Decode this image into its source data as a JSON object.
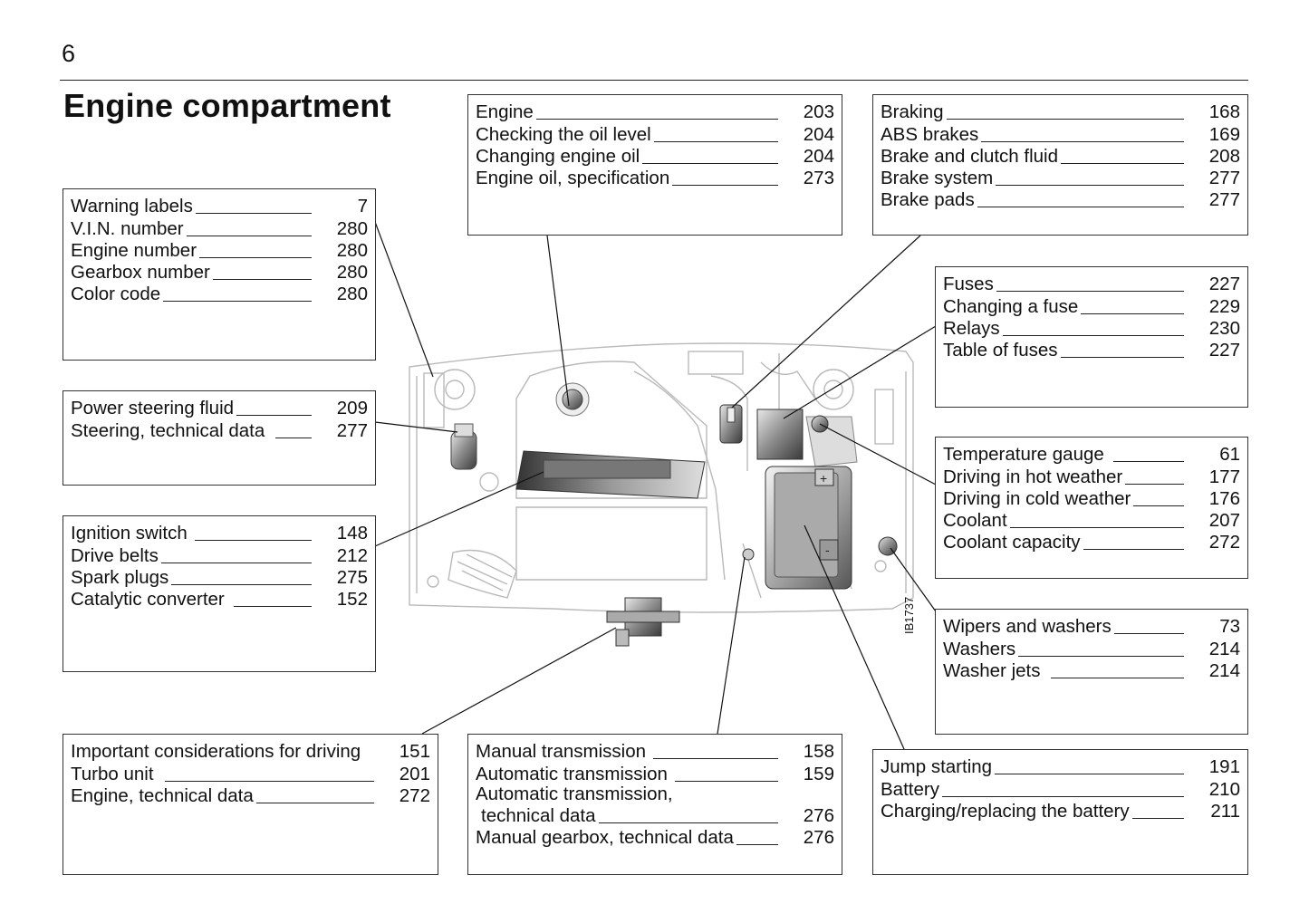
{
  "page": {
    "number": "6",
    "title": "Engine compartment",
    "figure_ref": "IB1737"
  },
  "boxes": {
    "engine": {
      "items": [
        {
          "label": "Engine",
          "page": "203"
        },
        {
          "label": "Checking the oil level",
          "page": "204"
        },
        {
          "label": "Changing engine oil",
          "page": "204"
        },
        {
          "label": "Engine oil, specification",
          "page": "273"
        }
      ]
    },
    "braking": {
      "items": [
        {
          "label": "Braking",
          "page": "168"
        },
        {
          "label": "ABS brakes",
          "page": "169"
        },
        {
          "label": "Brake and clutch fluid",
          "page": "208"
        },
        {
          "label": "Brake system",
          "page": "277"
        },
        {
          "label": "Brake pads",
          "page": "277"
        }
      ]
    },
    "labels": {
      "items": [
        {
          "label": "Warning labels",
          "page": "7"
        },
        {
          "label": "V.I.N. number",
          "page": "280"
        },
        {
          "label": "Engine number",
          "page": "280"
        },
        {
          "label": "Gearbox number",
          "page": "280"
        },
        {
          "label": "Color code",
          "page": "280"
        }
      ]
    },
    "steering": {
      "items": [
        {
          "label": "Power steering fluid",
          "page": "209"
        },
        {
          "label": "Steering, technical data",
          "page": "277"
        }
      ]
    },
    "ignition": {
      "items": [
        {
          "label": "Ignition switch",
          "page": "148"
        },
        {
          "label": "Drive belts",
          "page": "212"
        },
        {
          "label": "Spark plugs",
          "page": "275"
        },
        {
          "label": "Catalytic converter",
          "page": "152"
        }
      ]
    },
    "fuses": {
      "items": [
        {
          "label": "Fuses",
          "page": "227"
        },
        {
          "label": "Changing a fuse",
          "page": "229"
        },
        {
          "label": "Relays",
          "page": "230"
        },
        {
          "label": "Table of fuses",
          "page": "227"
        }
      ]
    },
    "coolant": {
      "items": [
        {
          "label": "Temperature gauge",
          "page": "61"
        },
        {
          "label": "Driving in hot weather",
          "page": "177"
        },
        {
          "label": "Driving in cold weather",
          "page": "176"
        },
        {
          "label": "Coolant",
          "page": "207"
        },
        {
          "label": "Coolant capacity",
          "page": "272"
        }
      ]
    },
    "wipers": {
      "items": [
        {
          "label": "Wipers and washers",
          "page": "73"
        },
        {
          "label": "Washers",
          "page": "214"
        },
        {
          "label": "Washer jets",
          "page": "214"
        }
      ]
    },
    "turbo": {
      "items": [
        {
          "label": "Important considerations for driving",
          "page": "151"
        },
        {
          "label": "Turbo unit",
          "page": "201"
        },
        {
          "label": "Engine, technical data",
          "page": "272"
        }
      ]
    },
    "transmission": {
      "items": [
        {
          "label": "Manual transmission",
          "page": "158"
        },
        {
          "label": "Automatic transmission",
          "page": "159"
        },
        {
          "label": "Automatic transmission,",
          "page": ""
        },
        {
          "label": "technical data",
          "page": "276"
        },
        {
          "label": "Manual gearbox, technical data",
          "page": "276"
        }
      ]
    },
    "battery": {
      "items": [
        {
          "label": "Jump starting",
          "page": "191"
        },
        {
          "label": "Battery",
          "page": "210"
        },
        {
          "label": "Charging/replacing the battery",
          "page": "211"
        }
      ]
    }
  },
  "illustration": {
    "battery_plus": "+",
    "battery_minus": "-"
  }
}
